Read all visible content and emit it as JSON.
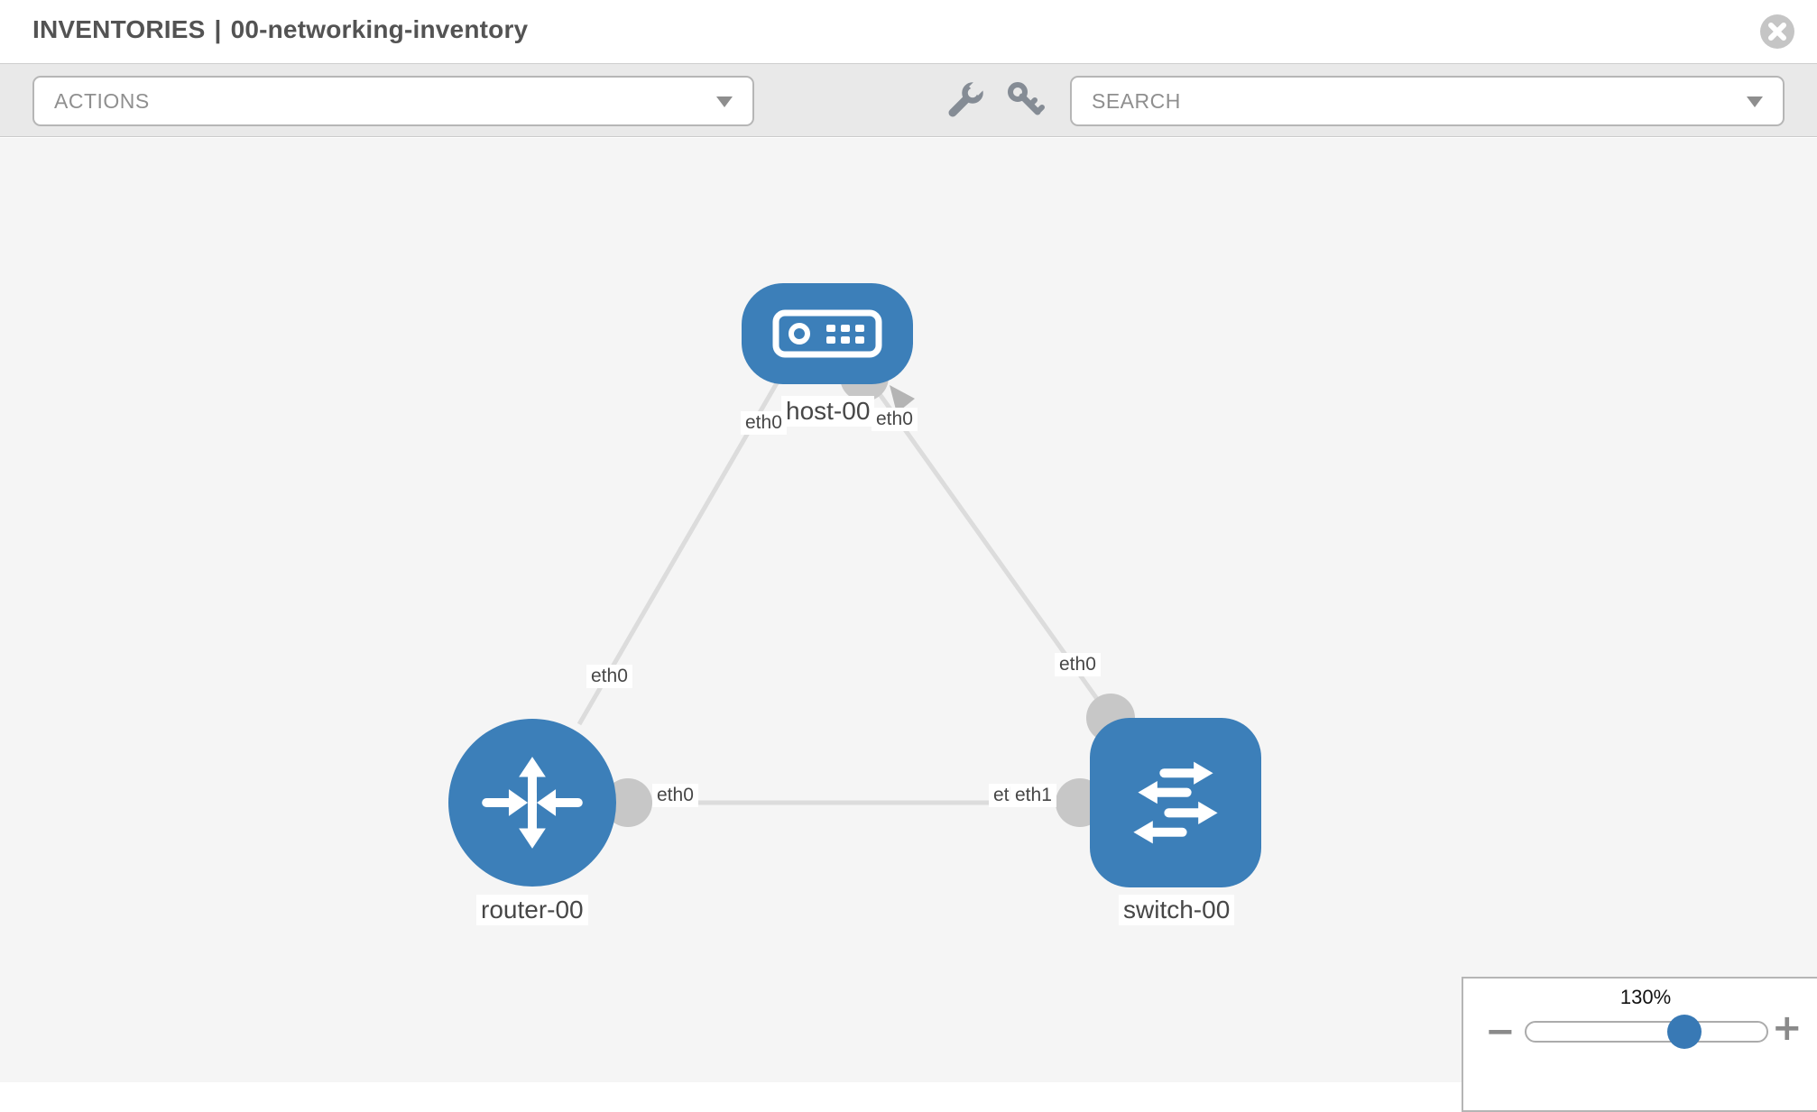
{
  "header": {
    "title_prefix": "INVENTORIES",
    "separator": "|",
    "inventory_name": "00-networking-inventory",
    "close_icon": "circle-x-icon"
  },
  "toolbar": {
    "actions_placeholder": "ACTIONS",
    "search_placeholder": "SEARCH",
    "icons": [
      "wrench-icon",
      "key-icon"
    ]
  },
  "topology": {
    "nodes": [
      {
        "label": "host-00",
        "type": "host",
        "icon": "server-icon"
      },
      {
        "label": "router-00",
        "type": "router",
        "icon": "router-arrows-icon"
      },
      {
        "label": "switch-00",
        "type": "switch",
        "icon": "switch-arrows-icon"
      }
    ],
    "links": [
      {
        "source": "host-00",
        "target": "router-00",
        "source_interface": "eth0",
        "target_interface": "eth0"
      },
      {
        "source": "host-00",
        "target": "switch-00",
        "source_interface": "eth0",
        "target_interface": "eth0"
      },
      {
        "source": "router-00",
        "target": "switch-00",
        "source_interface": "eth0",
        "target_interface": "eth1",
        "overlapped_interface": "eth0"
      }
    ]
  },
  "zoom_control": {
    "level": "130%",
    "minus": "−",
    "plus": "+"
  },
  "colors": {
    "node_blue": "#3c7fb9",
    "link_gray": "#dcdcdc",
    "port_gray": "#c7c7c7",
    "arrow_gray": "#b4b4b4",
    "canvas_bg": "#f5f5f5",
    "toolbar_bg": "#e9e9e9"
  }
}
